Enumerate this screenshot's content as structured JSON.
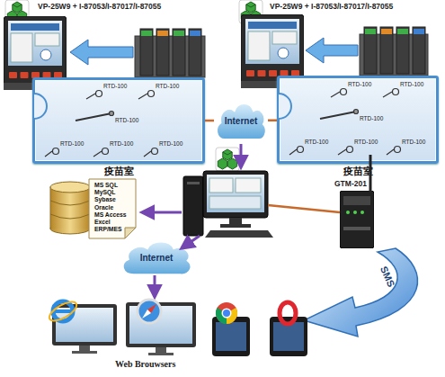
{
  "diagram": {
    "nodes": [
      {
        "text": [
          "VP-25W9 + I-87053/I-87017/I-87055"
        ]
      },
      {
        "text": [
          "疫苗室"
        ]
      },
      {
        "text": [
          "VP-25W9 + I-87053/I-87017/I-87055"
        ]
      },
      {
        "text": [
          "疫苗室"
        ]
      },
      {
        "text": [
          "Internet"
        ]
      },
      {
        "text": [
          "MS SQL",
          "MySQL",
          "Sybase",
          "Oracle",
          "MS Access",
          "Excel",
          "ERP/MES"
        ]
      },
      {
        "text": [
          "GTM-201"
        ]
      },
      {
        "text": [
          "Internet"
        ]
      }
    ],
    "edges": [
      {
        "from": 1,
        "to": 4,
        "arrow": "none"
      },
      {
        "from": 4,
        "to": 3,
        "arrow": "none"
      }
    ],
    "labels": [
      "RTD-100",
      "RTD-100",
      "RTD-100",
      "RTD-100",
      "RTD-100",
      "RTD-100",
      "RTD-100",
      "RTD-100",
      "RTD-100",
      "RTD-100",
      "RTD-100",
      "RTD-100",
      "SMS",
      "Web Brouwsers"
    ]
  }
}
